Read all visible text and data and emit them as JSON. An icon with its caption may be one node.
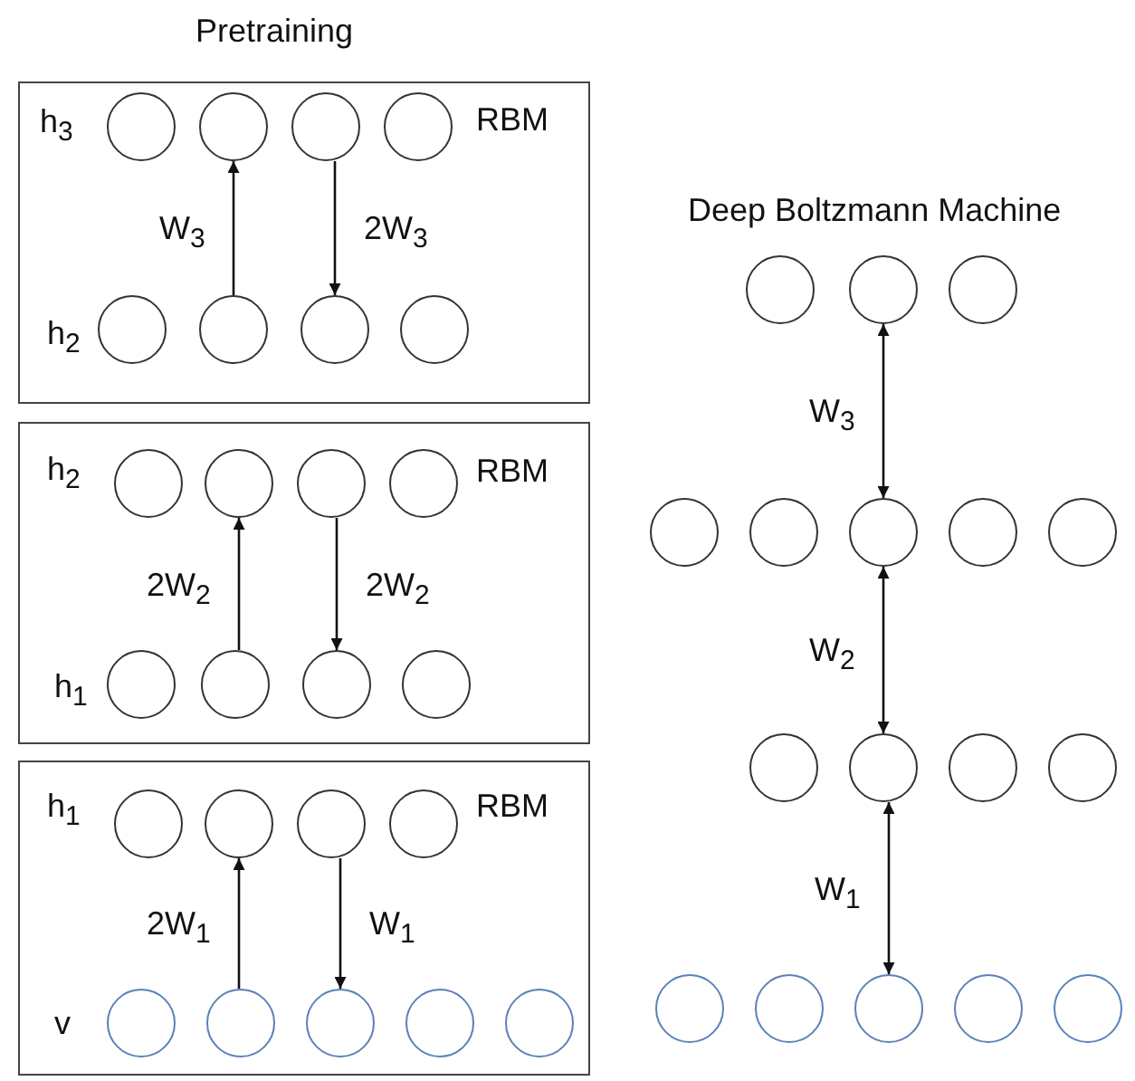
{
  "diagram": {
    "nodes": [
      {
        "text": [
          "RBM"
        ]
      },
      {
        "text": [],
        "shape": "circle",
        "in": 0
      },
      {
        "text": [],
        "shape": "circle",
        "in": 0
      },
      {
        "text": [],
        "shape": "circle",
        "in": 0
      },
      {
        "text": [],
        "shape": "circle",
        "in": 0
      },
      {
        "text": [],
        "shape": "circle",
        "in": 0
      },
      {
        "text": [],
        "shape": "circle",
        "in": 0
      },
      {
        "text": [],
        "shape": "circle",
        "in": 0
      },
      {
        "text": [],
        "shape": "circle",
        "in": 0
      },
      {
        "text": [
          "RBM"
        ]
      },
      {
        "text": [],
        "shape": "circle",
        "in": 9
      },
      {
        "text": [],
        "shape": "circle",
        "in": 9
      },
      {
        "text": [],
        "shape": "circle",
        "in": 9
      },
      {
        "text": [],
        "shape": "circle",
        "in": 9
      },
      {
        "text": [],
        "shape": "circle",
        "in": 9
      },
      {
        "text": [],
        "shape": "circle",
        "in": 9
      },
      {
        "text": [],
        "shape": "circle",
        "in": 9
      },
      {
        "text": [],
        "shape": "circle",
        "in": 9
      },
      {
        "text": [
          "RBM"
        ]
      },
      {
        "text": [],
        "shape": "circle",
        "in": 18
      },
      {
        "text": [],
        "shape": "circle",
        "in": 18
      },
      {
        "text": [],
        "shape": "circle",
        "in": 18
      },
      {
        "text": [],
        "shape": "circle",
        "in": 18
      },
      {
        "text": [],
        "shape": "circle",
        "in": 18
      },
      {
        "text": [],
        "shape": "circle",
        "in": 18
      },
      {
        "text": [],
        "shape": "circle",
        "in": 18
      },
      {
        "text": [],
        "shape": "circle",
        "in": 18
      },
      {
        "text": [],
        "shape": "circle",
        "in": 18
      },
      {
        "text": [],
        "shape": "circle"
      },
      {
        "text": [],
        "shape": "circle"
      },
      {
        "text": [],
        "shape": "circle"
      },
      {
        "text": [],
        "shape": "circle"
      },
      {
        "text": [],
        "shape": "circle"
      },
      {
        "text": [],
        "shape": "circle"
      },
      {
        "text": [],
        "shape": "circle"
      },
      {
        "text": [],
        "shape": "circle"
      },
      {
        "text": [],
        "shape": "circle"
      },
      {
        "text": [],
        "shape": "circle"
      },
      {
        "text": [],
        "shape": "circle"
      },
      {
        "text": [],
        "shape": "circle"
      },
      {
        "text": [],
        "shape": "circle"
      },
      {
        "text": [],
        "shape": "circle"
      },
      {
        "text": [],
        "shape": "circle"
      },
      {
        "text": [],
        "shape": "circle"
      },
      {
        "text": [],
        "shape": "circle"
      }
    ],
    "edges": [
      {
        "from": 6,
        "to": 2,
        "arrow": "to",
        "label": "W$_{3}$"
      },
      {
        "from": 3,
        "to": 7,
        "arrow": "to",
        "label": "2W$_{3}$"
      },
      {
        "from": 15,
        "to": 11,
        "arrow": "to",
        "label": "2W$_{2}$"
      },
      {
        "from": 12,
        "to": 16,
        "arrow": "to",
        "label": "2W$_{2}$"
      },
      {
        "from": 24,
        "to": 20,
        "arrow": "to",
        "label": "2W$_{1}$"
      },
      {
        "from": 21,
        "to": 25,
        "arrow": "to",
        "label": "W$_{1}$"
      },
      {
        "from": 29,
        "to": 33,
        "arrow": "both",
        "label": "W$_{3}$"
      },
      {
        "from": 33,
        "to": 37,
        "arrow": "both",
        "label": "W$_{2}$"
      },
      {
        "from": 37,
        "to": 42,
        "arrow": "both",
        "label": "W$_{1}$"
      }
    ],
    "labels": [
      "Pretraining",
      "Deep Boltzmann Machine",
      "h$_{3}$",
      "h$_{2}$",
      "h$_{2}$",
      "h$_{1}$",
      "h$_{1}$",
      "v"
    ]
  }
}
